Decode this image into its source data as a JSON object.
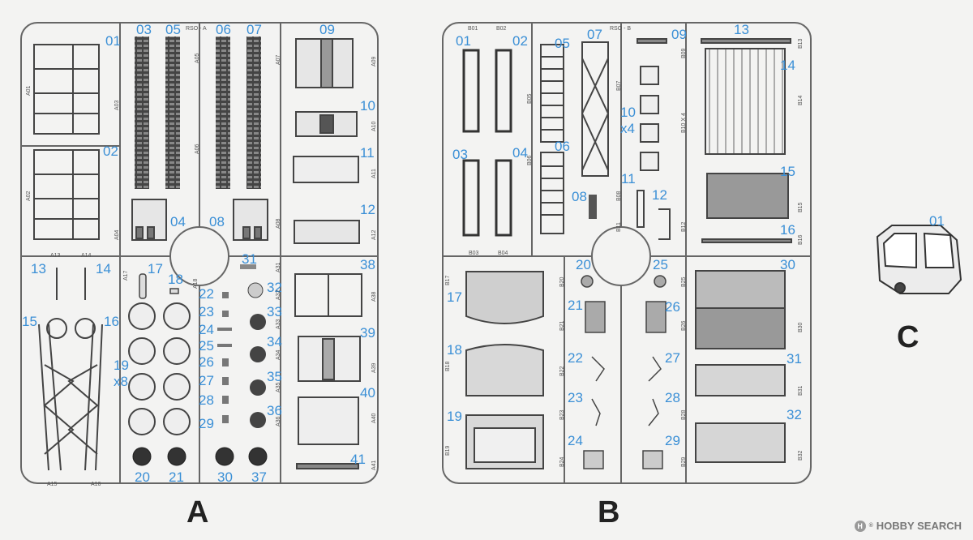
{
  "sprues": {
    "A": {
      "letter": "A",
      "code": "RSO - A",
      "numbers": [
        "01",
        "02",
        "03",
        "04",
        "05",
        "06",
        "07",
        "08",
        "09",
        "10",
        "11",
        "12",
        "13",
        "14",
        "15",
        "16",
        "17",
        "18",
        "19",
        "x8",
        "20",
        "21",
        "22",
        "23",
        "24",
        "25",
        "26",
        "27",
        "28",
        "29",
        "30",
        "31",
        "32",
        "33",
        "34",
        "35",
        "36",
        "37",
        "38",
        "39",
        "40",
        "41"
      ],
      "gate_labels": [
        "A01",
        "A02",
        "A03",
        "A04",
        "A05",
        "A06",
        "A07",
        "A08",
        "A09",
        "A10",
        "A11",
        "A12",
        "A13",
        "A14",
        "A15",
        "A16",
        "A17",
        "A18",
        "A31",
        "A32",
        "A33",
        "A34",
        "A35",
        "A36",
        "A38",
        "A39",
        "A40",
        "A41"
      ]
    },
    "B": {
      "letter": "B",
      "code": "RSO - B",
      "numbers": [
        "01",
        "02",
        "03",
        "04",
        "05",
        "06",
        "07",
        "08",
        "09",
        "10",
        "x4",
        "11",
        "12",
        "13",
        "14",
        "15",
        "16",
        "17",
        "18",
        "19",
        "20",
        "21",
        "22",
        "23",
        "24",
        "25",
        "26",
        "27",
        "28",
        "29",
        "30",
        "31",
        "32"
      ],
      "gate_labels": [
        "B01",
        "B02",
        "B03",
        "B04",
        "B05",
        "B06",
        "B07",
        "B08",
        "B09",
        "B10 X 4",
        "B11",
        "B12",
        "B13",
        "B14",
        "B15",
        "B16",
        "B17",
        "B18",
        "B19",
        "B20",
        "B21",
        "B22",
        "B23",
        "B24",
        "B25",
        "B26",
        "B28",
        "B29",
        "B30",
        "B31",
        "B32"
      ]
    },
    "C": {
      "letter": "C",
      "numbers": [
        "01"
      ]
    }
  },
  "watermark": {
    "brand": "HOBBY SEARCH",
    "logo_glyph": "H",
    "registered": "®"
  },
  "colors": {
    "background": "#f3f3f2",
    "callout": "#3a8fd6",
    "outline": "#555555",
    "letter": "#222222"
  }
}
